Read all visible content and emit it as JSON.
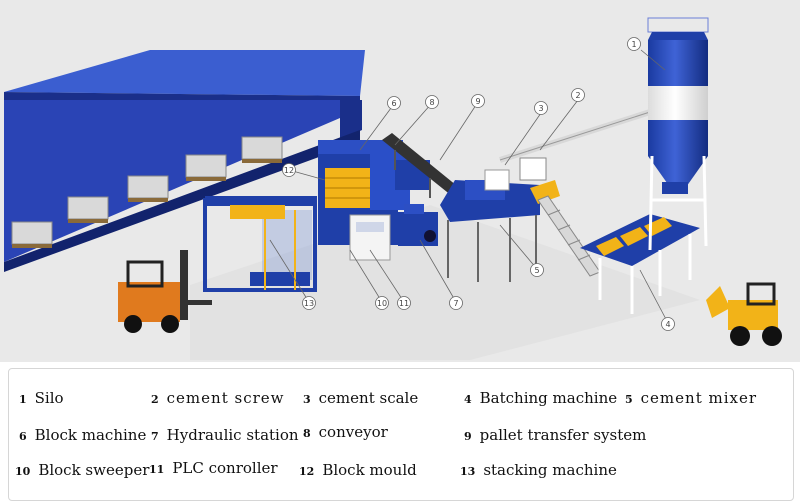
{
  "diagram": {
    "callouts": [
      {
        "id": "callout-1",
        "number": "1"
      },
      {
        "id": "callout-2",
        "number": "2"
      },
      {
        "id": "callout-3",
        "number": "3"
      },
      {
        "id": "callout-4",
        "number": "4"
      },
      {
        "id": "callout-5",
        "number": "5"
      },
      {
        "id": "callout-6",
        "number": "6"
      },
      {
        "id": "callout-7",
        "number": "7"
      },
      {
        "id": "callout-8",
        "number": "8"
      },
      {
        "id": "callout-9",
        "number": "9"
      },
      {
        "id": "callout-10",
        "number": "10"
      },
      {
        "id": "callout-11",
        "number": "11"
      },
      {
        "id": "callout-12",
        "number": "12"
      },
      {
        "id": "callout-13",
        "number": "13"
      }
    ]
  },
  "legend": {
    "items": [
      {
        "number": "1",
        "label": "Silo"
      },
      {
        "number": "2",
        "label": "cement screw"
      },
      {
        "number": "3",
        "label": "cement scale"
      },
      {
        "number": "4",
        "label": "Batching machine"
      },
      {
        "number": "5",
        "label": "cement mixer"
      },
      {
        "number": "6",
        "label": "Block machine"
      },
      {
        "number": "7",
        "label": "Hydraulic station"
      },
      {
        "number": "8",
        "label": "conveyor"
      },
      {
        "number": "9",
        "label": "pallet transfer system"
      },
      {
        "number": "10",
        "label": "Block sweeper"
      },
      {
        "number": "11",
        "label": "PLC conroller"
      },
      {
        "number": "12",
        "label": "Block mould"
      },
      {
        "number": "13",
        "label": "stacking machine"
      }
    ]
  },
  "colors": {
    "machine_blue": "#1f3fa8",
    "machine_yellow": "#f2b318",
    "forklift_orange": "#e07a1e",
    "silo_white": "#ffffff",
    "background": "#e9e9e9"
  }
}
